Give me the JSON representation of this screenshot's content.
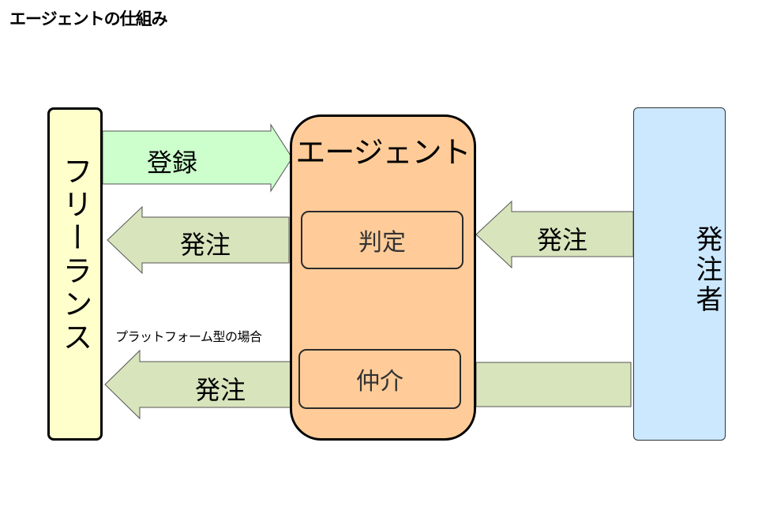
{
  "title": "エージェントの仕組み",
  "nodes": {
    "freelance": "フリーランス",
    "agent": "エージェント",
    "judge": "判定",
    "mediate": "仲介",
    "client": "発注者"
  },
  "arrows": {
    "register": "登録",
    "order_to_freelance_1": "発注",
    "order_to_freelance_2": "発注",
    "order_to_agent": "発注"
  },
  "note": "プラットフォーム型の場合",
  "colors": {
    "freelance_fill": "#ffffcc",
    "agent_fill": "#ffcc99",
    "client_fill": "#cce8ff",
    "register_arrow_fill": "#ccffcc",
    "order_arrow_fill": "#d8e4bc"
  }
}
